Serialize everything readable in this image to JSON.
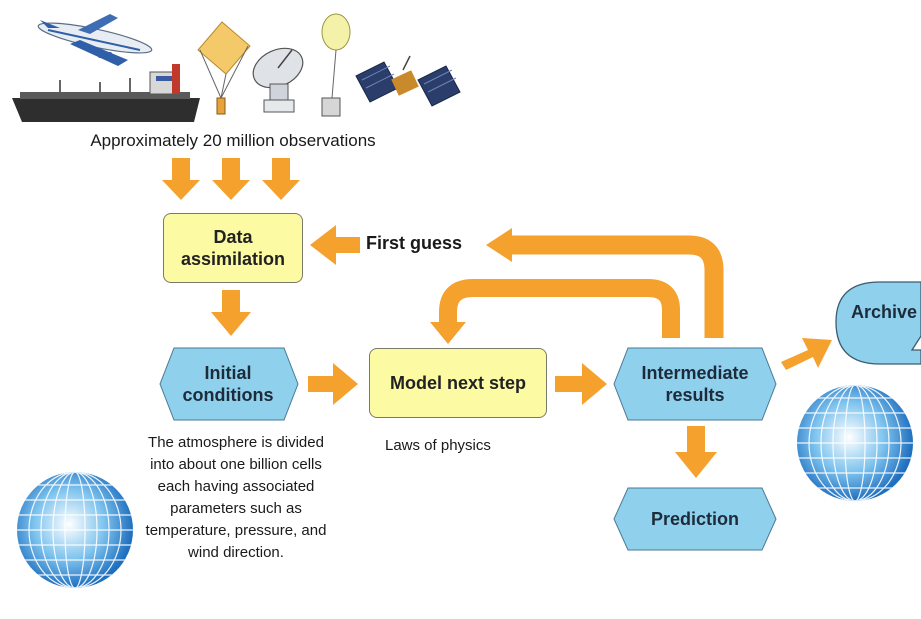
{
  "observations": {
    "caption": "Approximately 20 million observations",
    "sources": [
      "airplane-icon",
      "ship-icon",
      "parachute-icon",
      "radar-dish-icon",
      "balloon-icon",
      "satellite-icon"
    ]
  },
  "nodes": {
    "data_assimilation": "Data assimilation",
    "initial_conditions": "Initial conditions",
    "model_next_step": "Model next step",
    "intermediate_results": "Intermediate results",
    "prediction": "Prediction",
    "archive": "Archive"
  },
  "labels": {
    "first_guess": "First guess",
    "laws_of_physics": "Laws of physics",
    "atmosphere_note": "The atmosphere is divided into about one billion cells each having associated parameters such as temperature, pressure, and wind direction."
  },
  "colors": {
    "arrow": "#f5a12e",
    "yellow_box": "#fdfaa4",
    "blue_hex": "#8fd0ec",
    "globe": "#1f86cf"
  }
}
